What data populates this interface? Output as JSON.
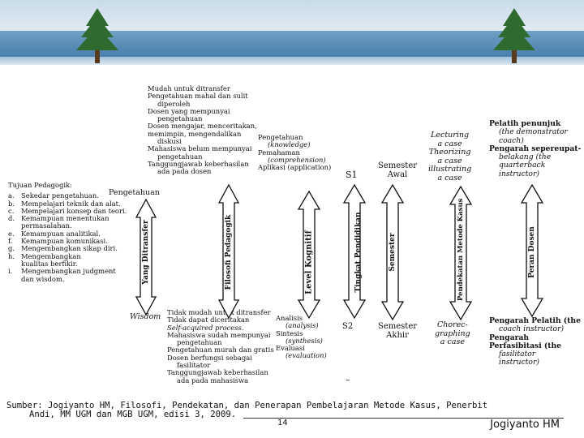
{
  "tujuan": {
    "heading": "Tujuan Pedagogik:",
    "items": [
      {
        "m": "a.",
        "t": [
          "Sekedar pengetahuan."
        ]
      },
      {
        "m": "b.",
        "t": [
          "Mempelajari teknik dan alat."
        ]
      },
      {
        "m": "c.",
        "t": [
          "Mempelajari konsep dan teori."
        ]
      },
      {
        "m": "d.",
        "t": [
          "Kemampuan menentukan",
          "permasalahan."
        ]
      },
      {
        "m": "e.",
        "t": [
          "Kemampuan analitikal."
        ]
      },
      {
        "m": "f.",
        "t": [
          "Kemampuan komunikasi."
        ]
      },
      {
        "m": "g.",
        "t": [
          "Mengembangkan sikap diri."
        ]
      },
      {
        "m": "h.",
        "t": [
          "Mengembangkan",
          "kualitas berfikir."
        ]
      },
      {
        "m": "i.",
        "t": [
          "Mengembangkan judgment",
          "dan wisdom."
        ]
      }
    ]
  },
  "labels": {
    "pengetahuan": "Pengetahuan",
    "wisdom": "Wisdom",
    "s1": "S1",
    "s2": "S2",
    "dash": "–"
  },
  "top_center": [
    "Mudah untuk ditransfer",
    "Pengetahuan mahal dan sulit",
    "diperoleh",
    "Dosen yang mempunyai",
    "pengetahuan",
    "Dosen mengajar, menceritakan,",
    "memimpin, mengendalikan",
    "diskusi",
    "Mahasiswa belum mempunyai",
    "pengetahuan",
    "Tanggungjawab keberhasilan",
    "ada pada dosen"
  ],
  "bottom_center": [
    "Tidak mudah untuk ditransfer",
    "Tidak dapat diceritakan",
    "Self-acquired process.",
    "Mahasiswa sudah mempunyai",
    "pengetahuan",
    "Pengetahuan murah dan gratis",
    "Dosen berfungsi sebagai",
    "fasilitator",
    "Tanggungjawab keberhasilan",
    "ada pada mahasiswa"
  ],
  "bloom_top": [
    "Pengetahuan",
    "(knowledge)",
    "Pemahaman",
    "(comprehension)",
    "Aplikasi (application)"
  ],
  "bloom_bottom": [
    "Analisis",
    "(analysis)",
    "Sintesis",
    "(synthesis)",
    "Evaluasi",
    "(evaluation)"
  ],
  "semester": {
    "top": [
      "Semester",
      "Awal"
    ],
    "bottom": [
      "Semester",
      "Akhir"
    ]
  },
  "case_top": [
    "Lecturing",
    "a case",
    "Theorizing",
    "a case",
    "illustrating",
    "a case"
  ],
  "case_bottom": [
    "Chorec-",
    "graphing",
    "a case"
  ],
  "role_top": [
    "Pelatih penunjuk",
    "(the demonstrator",
    "coach)",
    "Pengarah sepereupat-",
    "belakang (the",
    "quarterback",
    "instructor)"
  ],
  "role_bottom": [
    "Pengarah Pelatih (the",
    "coach instructor)",
    "Pengarah",
    "Perfasibitasi (the",
    "fasilitator",
    "instructor)"
  ],
  "arrows": [
    "Yang Ditransfer",
    "Filosofi Pedagogik",
    "Level Kognitif",
    "Tingkat Pendidikan",
    "Semester",
    "Pendekatan Metode Kasus",
    "Peran Dosen"
  ],
  "footer": {
    "line1": "Sumber: Jogiyanto HM, Filosofi, Pendekatan, dan Penerapan Pembelajaran Metode Kasus, Penerbit",
    "line2": "Andi, MM UGM dan MGB UGM, edisi 3, 2009.",
    "page": "14",
    "author": "Jogiyanto HM"
  },
  "colors": {
    "banner": "#3f76a4",
    "tree": "#2f6b2f"
  }
}
